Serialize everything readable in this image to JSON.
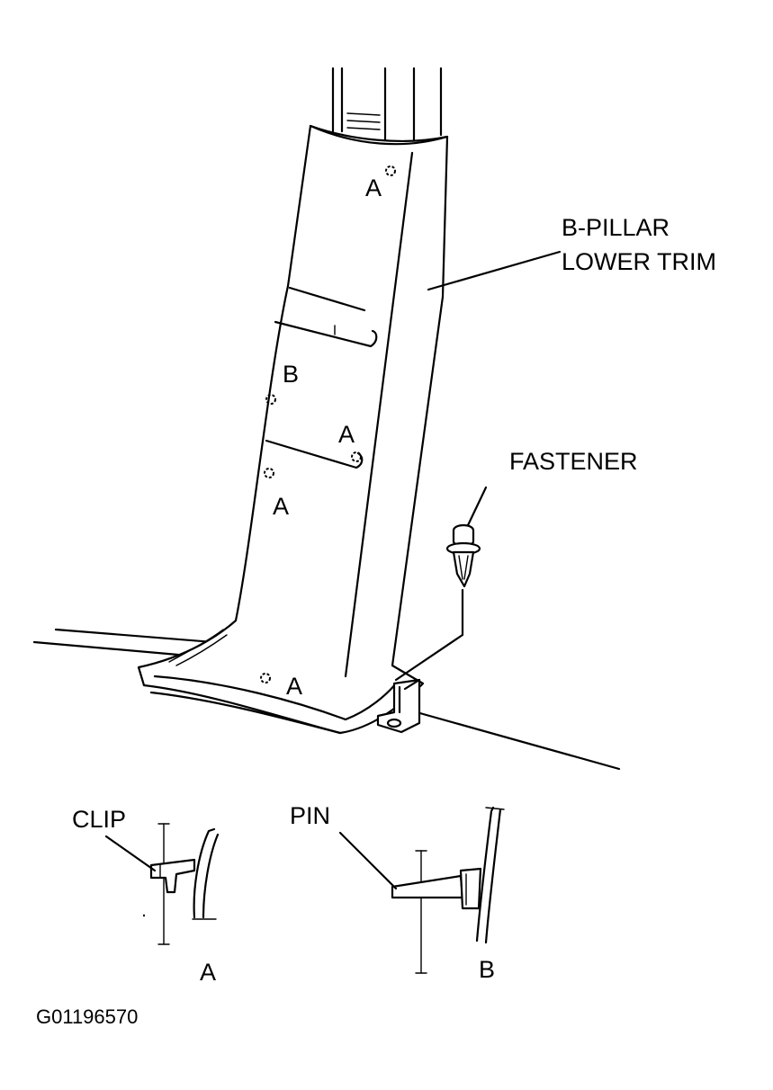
{
  "labels": {
    "b_pillar_line1": "B-PILLAR",
    "b_pillar_line2": "LOWER TRIM",
    "fastener": "FASTENER",
    "clip": "CLIP",
    "pin": "PIN",
    "detail_a": "A",
    "detail_b": "B",
    "figure_id": "G01196570"
  },
  "attachment_points": {
    "top": "A",
    "mid_left": "B",
    "mid_right": "A",
    "lower_left": "A",
    "bottom": "A"
  }
}
